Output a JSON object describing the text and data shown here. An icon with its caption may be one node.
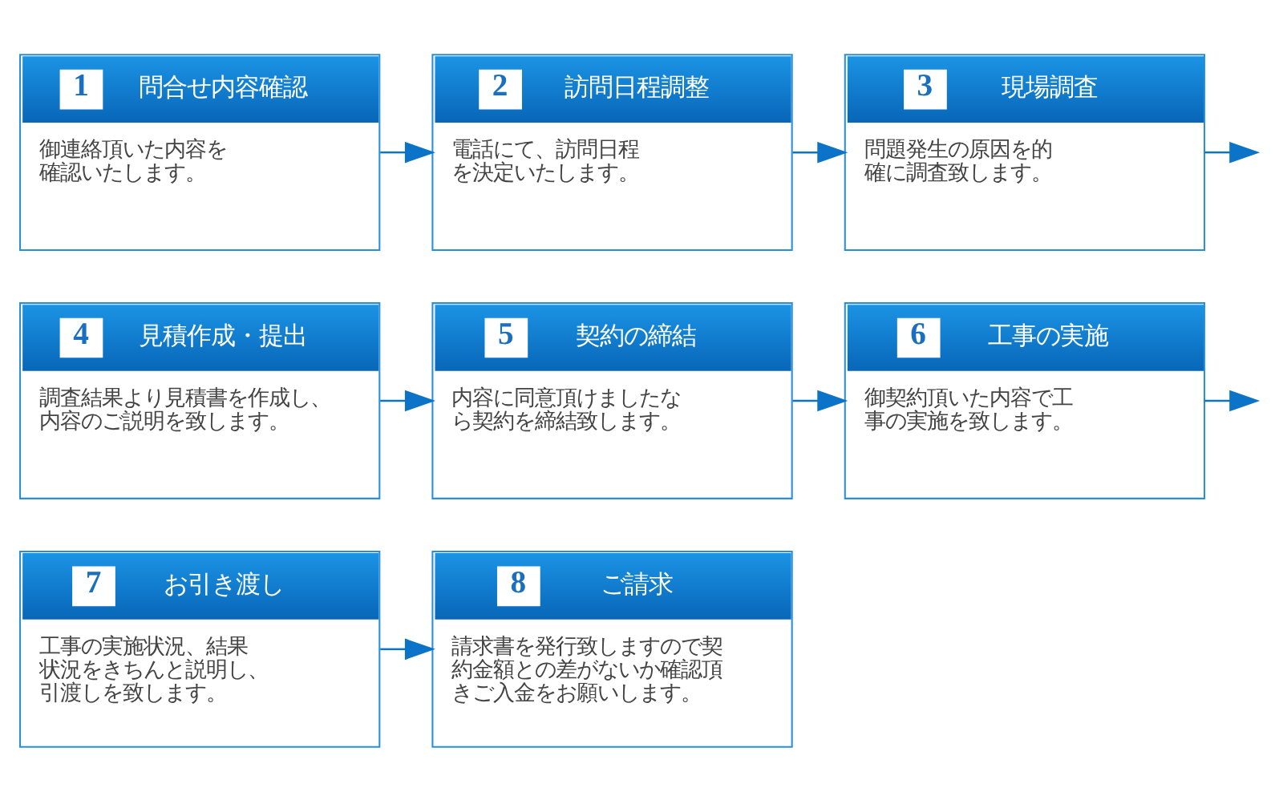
{
  "diagram": {
    "nodes": [
      {
        "text": [
          "1",
          "問合せ内容確認",
          "御連絡頂いた内容を確認いたします。"
        ]
      },
      {
        "text": [
          "2",
          "訪問日程調整",
          "電話にて、訪問日程を決定いたします。"
        ]
      },
      {
        "text": [
          "3",
          "現場調査",
          "問題発生の原因を的確に調査致します。"
        ]
      },
      {
        "text": [
          "4",
          "見積作成・提出",
          "調査結果より見積書を作成し、内容のご説明を致します。"
        ]
      },
      {
        "text": [
          "5",
          "契約の締結",
          "内容に同意頂けましたなら契約を締結致します。"
        ]
      },
      {
        "text": [
          "6",
          "工事の実施",
          "御契約頂いた内容で工事の実施を致します。"
        ]
      },
      {
        "text": [
          "7",
          "お引き渡し",
          "工事の実施状況、結果状況をきちんと説明し、引渡しを致します。"
        ]
      },
      {
        "text": [
          "8",
          "ご請求",
          "請求書を発行致しますので契約金額との差がないか確認頂きご入金をお願いします。"
        ]
      }
    ],
    "edges": [
      {
        "from": 0,
        "to": 1,
        "arrow": "to"
      },
      {
        "from": 1,
        "to": 2,
        "arrow": "to"
      },
      {
        "from": 2,
        "to": null,
        "arrow": "to"
      },
      {
        "from": 3,
        "to": 4,
        "arrow": "to"
      },
      {
        "from": 4,
        "to": 5,
        "arrow": "to"
      },
      {
        "from": 5,
        "to": null,
        "arrow": "to"
      },
      {
        "from": 6,
        "to": 7,
        "arrow": "to"
      }
    ]
  }
}
